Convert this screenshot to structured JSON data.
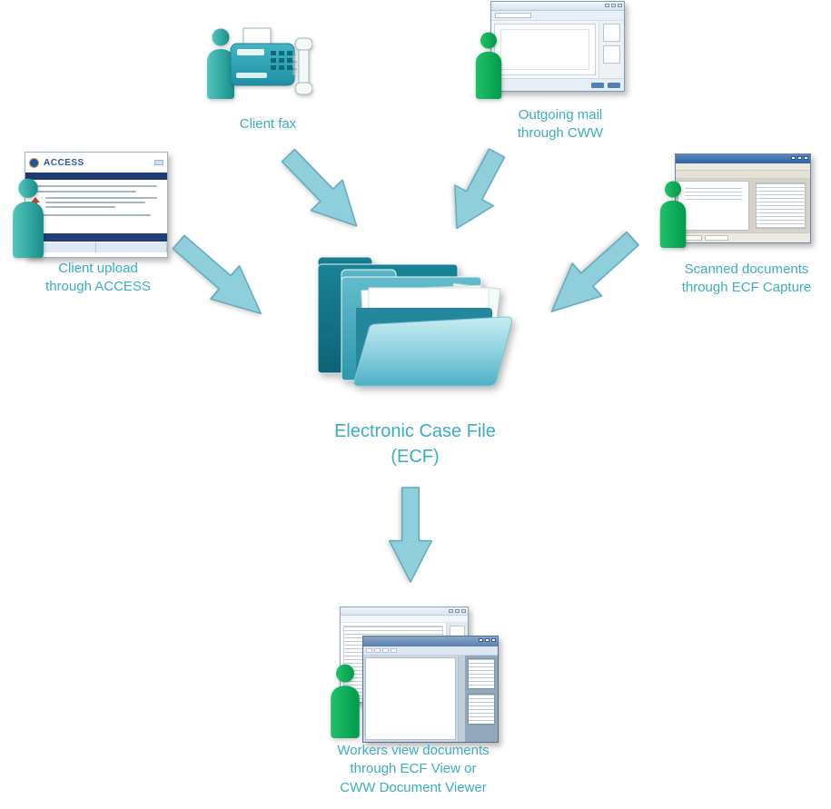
{
  "center": {
    "title": "Electronic Case File",
    "subtitle": "(ECF)"
  },
  "sources": {
    "client_upload": {
      "label": "Client upload\nthrough ACCESS"
    },
    "client_fax": {
      "label": "Client fax"
    },
    "outgoing_mail": {
      "label": "Outgoing mail\nthrough CWW"
    },
    "scanned_documents": {
      "label": "Scanned documents\nthrough ECF Capture"
    }
  },
  "output": {
    "workers": {
      "label": "Workers view documents\nthrough ECF View or\nCWW Document Viewer"
    }
  },
  "screens": {
    "access": {
      "logo": "ACCESS"
    }
  },
  "connections": [
    {
      "from": "Client upload through ACCESS",
      "to": "Electronic Case File (ECF)"
    },
    {
      "from": "Client fax",
      "to": "Electronic Case File (ECF)"
    },
    {
      "from": "Outgoing mail through CWW",
      "to": "Electronic Case File (ECF)"
    },
    {
      "from": "Scanned documents through ECF Capture",
      "to": "Electronic Case File (ECF)"
    },
    {
      "from": "Electronic Case File (ECF)",
      "to": "Workers view documents through ECF View or CWW Document Viewer"
    }
  ],
  "colors": {
    "label_text": "#3AAEC0",
    "arrow_fill": "#8FCFDC",
    "arrow_outline": "#5FA8BC",
    "person_teal": "#2AA49E",
    "person_green": "#00A85B",
    "folder_dark_teal": "#0D6376",
    "folder_mid_teal": "#2F97AC",
    "folder_light_teal": "#8FD2DF"
  }
}
